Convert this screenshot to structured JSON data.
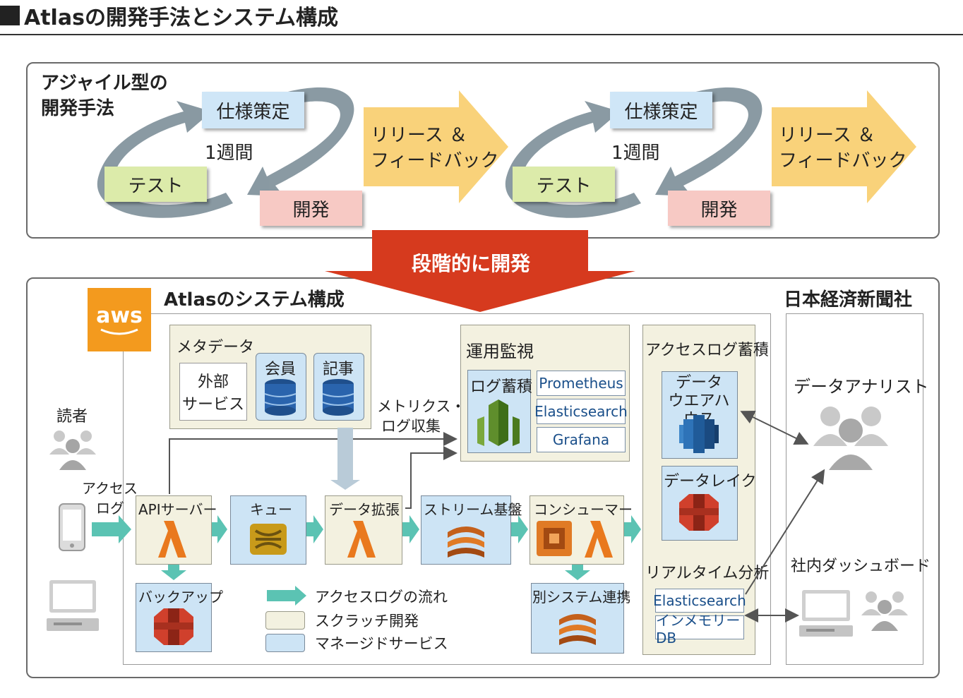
{
  "title": "Atlasの開発手法とシステム構成",
  "agile": {
    "heading_line1": "アジャイル型の",
    "heading_line2": "開発手法",
    "cycles": [
      {
        "spec": "仕様策定",
        "period": "1週間",
        "test": "テスト",
        "dev": "開発"
      },
      {
        "spec": "仕様策定",
        "period": "1週間",
        "test": "テスト",
        "dev": "開発"
      }
    ],
    "release_line1": "リリース ＆",
    "release_line2": "フィードバック"
  },
  "transition_label": "段階的に開発",
  "system": {
    "heading": "Atlasのシステム構成",
    "aws_logo": "aws",
    "nikkei_heading": "日本経済新聞社",
    "metadata": {
      "title": "メタデータ",
      "external_line1": "外部",
      "external_line2": "サービス",
      "member": "会員",
      "article": "記事"
    },
    "metrics_line1": "メトリクス・",
    "metrics_line2": "ログ収集",
    "monitoring": {
      "title": "運用監視",
      "log_store": "ログ蓄積",
      "tools": [
        "Prometheus",
        "Elasticsearch",
        "Grafana"
      ]
    },
    "access_log_store": {
      "title": "アクセスログ蓄積",
      "dwh_line1": "データ",
      "dwh_line2": "ウエアハウス",
      "data_lake": "データレイク"
    },
    "realtime": {
      "title": "リアルタイム分析",
      "items": [
        "Elasticsearch",
        "インメモリーDB"
      ]
    },
    "reader": "読者",
    "access_log_line1": "アクセス",
    "access_log_line2": "ログ",
    "pipeline": [
      "APIサーバー",
      "キュー",
      "データ拡張",
      "ストリーム基盤",
      "コンシューマー"
    ],
    "backup": "バックアップ",
    "other_system": "別システム連携",
    "legend": {
      "flow": "アクセスログの流れ",
      "scratch": "スクラッチ開発",
      "managed": "マネージドサービス"
    },
    "analyst": "データアナリスト",
    "dashboard": "社内ダッシュボード"
  },
  "colors": {
    "spec": "#cfe6f7",
    "test": "#dcebaa",
    "dev": "#f7c9c4",
    "release_arrow": "#f9d27a",
    "red_arrow": "#d63a1e",
    "aws_orange": "#f39a1e",
    "flow_arrow": "#5bc3b3",
    "scratch": "#f3f1e0",
    "managed": "#cde4f5"
  }
}
